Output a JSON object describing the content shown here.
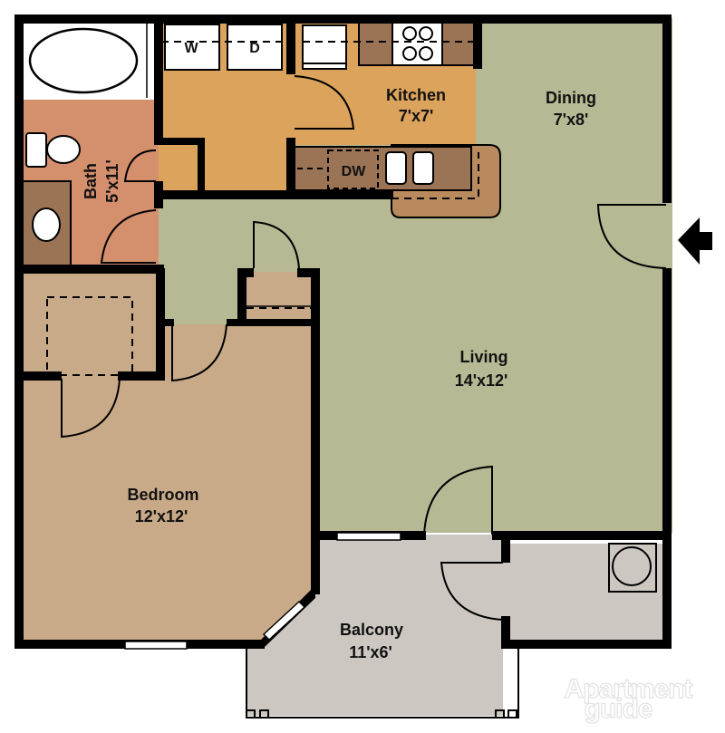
{
  "floorplan": {
    "rooms": [
      {
        "name": "Kitchen",
        "size": "7'x7'"
      },
      {
        "name": "Dining",
        "size": "7'x8'"
      },
      {
        "name": "Bath",
        "size": "5'x11'"
      },
      {
        "name": "Living",
        "size": "14'x12'"
      },
      {
        "name": "Bedroom",
        "size": "12'x12'"
      },
      {
        "name": "Balcony",
        "size": "11'x6'"
      }
    ],
    "appliances": {
      "washer": "W",
      "dryer": "D",
      "dishwasher": "DW"
    },
    "entry_icon": "arrow-left-icon",
    "watermark": {
      "line1": "Apartment",
      "line2": "guide"
    },
    "colors": {
      "living": "#b6b993",
      "kitchen": "#dca35c",
      "bath": "#d48f6d",
      "bedroom": "#c9aa88",
      "balcony": "#cdc7c1",
      "cabinet": "#9b7355",
      "counter": "#b98a5e",
      "wall": "#000000"
    }
  }
}
